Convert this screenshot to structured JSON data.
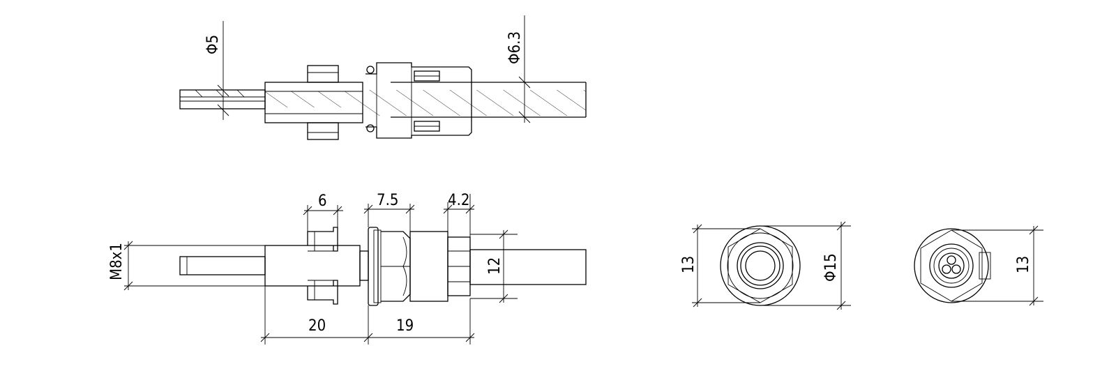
{
  "dimensions": {
    "section_cable_dia": "Φ5",
    "section_body_dia": "Φ6.3",
    "side_nut_width": "6",
    "side_hex_width": "7.5",
    "side_tail_width": "4.2",
    "side_thread": "M8x1",
    "side_tail_height": "12",
    "side_length_front": "20",
    "side_length_rear": "19",
    "front_left_height": "13",
    "front_left_diameter": "Φ15",
    "front_right_height": "13"
  }
}
